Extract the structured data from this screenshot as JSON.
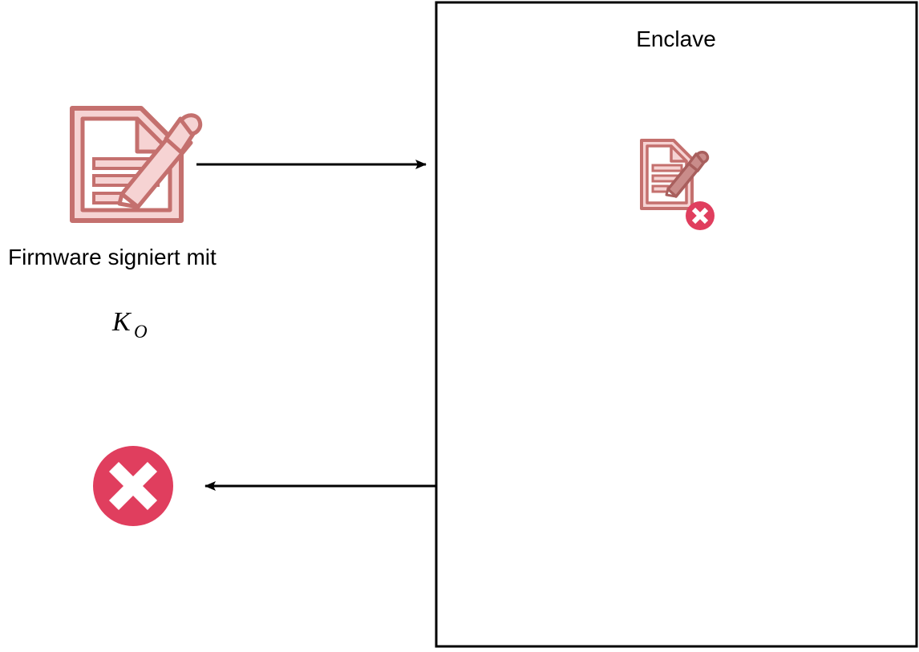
{
  "diagram": {
    "type": "flow-diagram",
    "title_visible": false,
    "background_color": "#ffffff",
    "colors": {
      "doc_outline": "#c4706e",
      "doc_fill_light": "#f6d3d3",
      "doc_fill_white": "#ffffff",
      "error_red": "#e03e5e",
      "error_glyph": "#ffffff",
      "stroke_black": "#000000"
    },
    "left_side": {
      "firmware_icon": {
        "name": "signed-document-icon",
        "caption_line1": "Firmware signiert mit",
        "key_symbol_base": "K",
        "key_symbol_subscript": "O"
      },
      "result_icon": {
        "name": "error-circle-x",
        "meaning": "rejected"
      }
    },
    "enclave": {
      "title": "Enclave",
      "inner_icon": {
        "name": "signed-document-rejected-icon",
        "badge": "error-x-badge"
      }
    },
    "arrows": [
      {
        "id": "arrow-to-enclave",
        "direction": "right",
        "from": "firmware-document",
        "to": "enclave-boundary",
        "label": ""
      },
      {
        "id": "arrow-from-enclave",
        "direction": "left",
        "from": "enclave-boundary",
        "to": "error-result",
        "label": ""
      }
    ]
  }
}
